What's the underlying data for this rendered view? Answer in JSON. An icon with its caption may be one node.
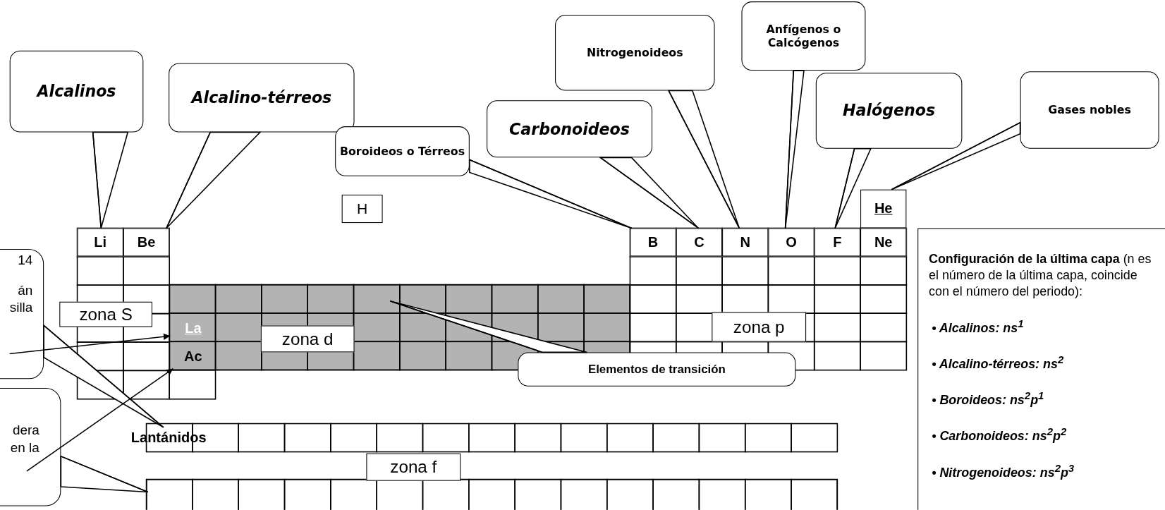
{
  "diagram": {
    "nodes": [
      {
        "text": [
          "Anfígenos o Calcógenos"
        ]
      },
      {
        "text": [
          "Nitrogenoideos"
        ]
      },
      {
        "text": [
          "Alcalinos"
        ]
      },
      {
        "text": [
          "Alcalino-térreos"
        ]
      },
      {
        "text": [
          "Halógenos"
        ]
      },
      {
        "text": [
          "Gases nobles"
        ]
      },
      {
        "text": [
          "Carbonoideos"
        ]
      },
      {
        "text": [
          "Boroideos o Térreos"
        ]
      },
      {
        "text": [
          "H"
        ]
      },
      {
        "text": [
          "He"
        ]
      },
      {
        "text": [
          "Li"
        ]
      },
      {
        "text": [
          "Be"
        ]
      },
      {
        "text": [
          "B"
        ]
      },
      {
        "text": [
          "C"
        ]
      },
      {
        "text": [
          "N"
        ]
      },
      {
        "text": [
          "O"
        ]
      },
      {
        "text": [
          "F"
        ]
      },
      {
        "text": [
          "Ne"
        ]
      },
      {
        "text": [
          "**Configuración de la última capa** (n es el número de la última capa, coincide con el número del periodo):",
          "• Alcalinos: ns$^{1}$",
          "• Alcalino-térreos: ns$^{2}$",
          "• Boroideos: ns$^{2}$p$^{1}$",
          "• Carbonoideos: ns$^{2}$p$^{2}$",
          "• Nitrogenoideos: ns$^{2}$p$^{3}$"
        ]
      },
      {
        "text": [
          "14",
          "án silla"
        ]
      },
      {
        "text": [
          "zona S"
        ]
      },
      {
        "text": [],
        "shape": "box"
      },
      {
        "text": [
          "La"
        ],
        "in": 21
      },
      {
        "text": [
          "zona d"
        ],
        "in": 21
      },
      {
        "text": [
          "Ac"
        ],
        "in": 21
      },
      {
        "text": [
          "zona p"
        ]
      },
      {
        "text": [
          "Elementos de transición"
        ]
      },
      {
        "text": [
          "dera en la"
        ]
      },
      {
        "text": [
          "Lantánidos"
        ]
      },
      {
        "text": [
          "zona f"
        ]
      },
      {
        "text": [],
        "shape": "box"
      }
    ],
    "edges": [
      {
        "from": 2,
        "to": 10,
        "arrow": "none"
      },
      {
        "from": 3,
        "to": 11,
        "arrow": "none"
      },
      {
        "from": 7,
        "to": 12,
        "arrow": "none"
      },
      {
        "from": 6,
        "to": 13,
        "arrow": "none"
      },
      {
        "from": 1,
        "to": 14,
        "arrow": "none"
      },
      {
        "from": 0,
        "to": 15,
        "arrow": "none"
      },
      {
        "from": 4,
        "to": 16,
        "arrow": "none"
      },
      {
        "from": 5,
        "to": 9,
        "arrow": "none"
      },
      {
        "from": 26,
        "to": 21,
        "arrow": "none"
      },
      {
        "from": 19,
        "to": 28,
        "arrow": "none"
      },
      {
        "from": 19,
        "to": 22,
        "arrow": "to"
      },
      {
        "from": 27,
        "to": 30,
        "arrow": "none"
      },
      {
        "from": 27,
        "to": 24,
        "arrow": "to"
      }
    ]
  }
}
